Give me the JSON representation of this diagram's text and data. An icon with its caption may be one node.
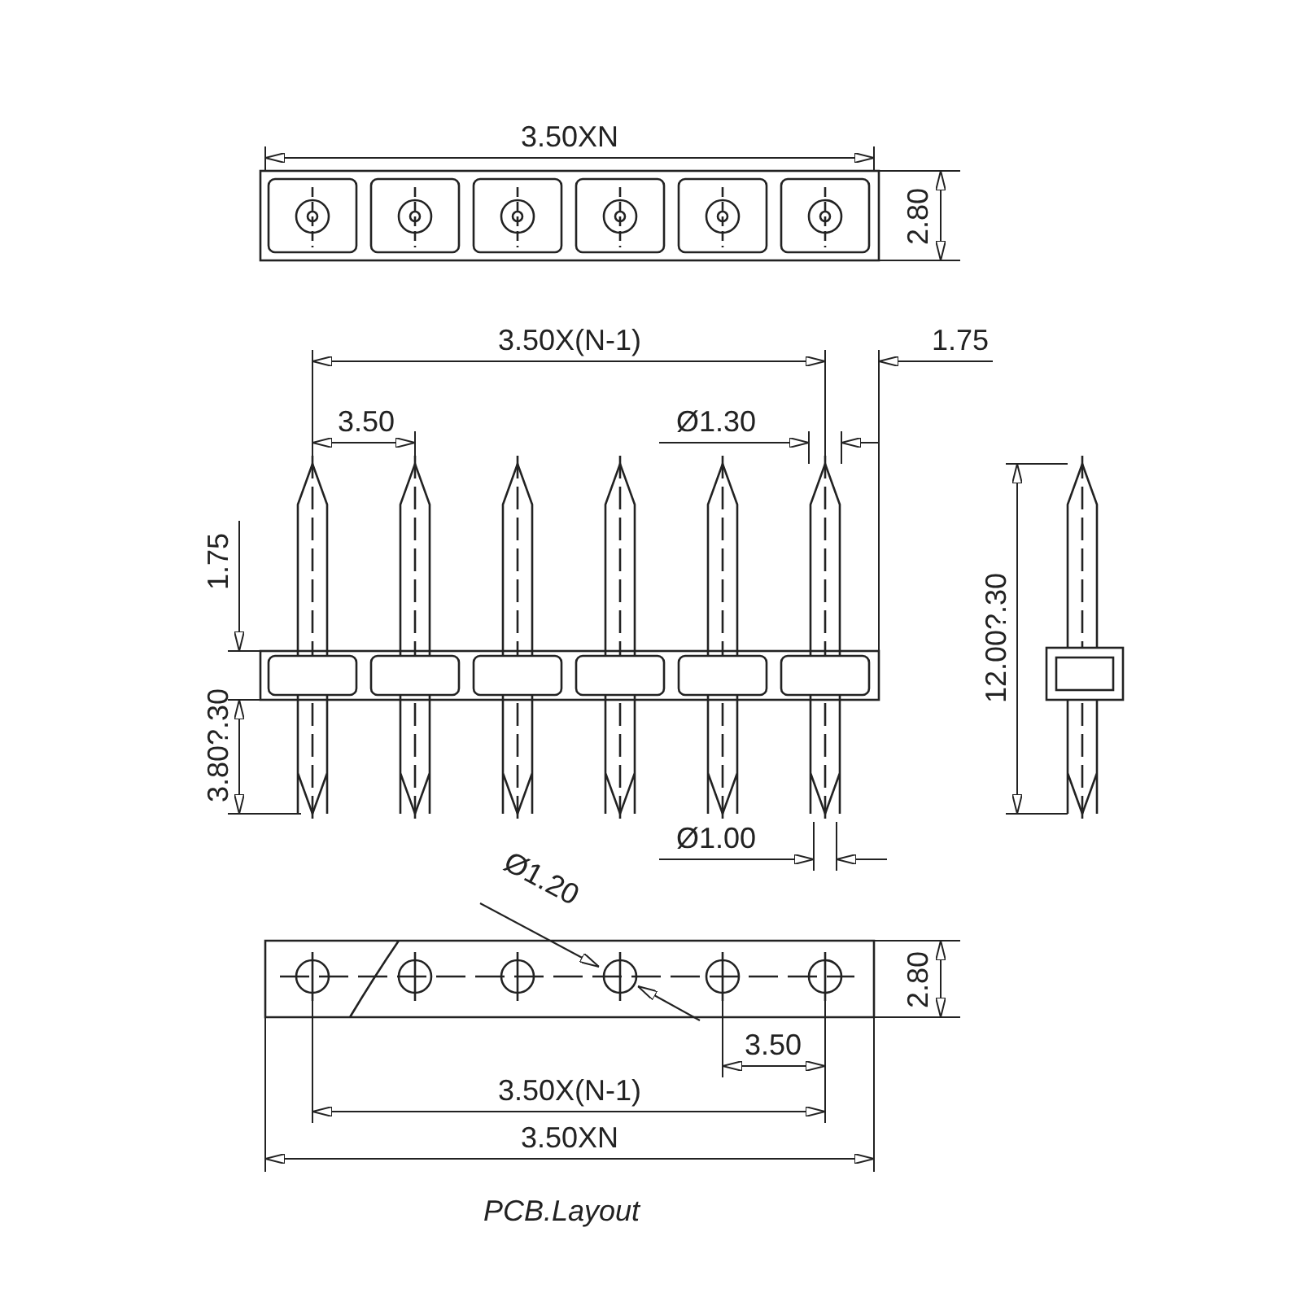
{
  "diagram": {
    "caption": "PCB.Layout",
    "labels": [
      "3.50XN",
      "2.80",
      "3.50X(N-1)",
      "1.75",
      "3.50",
      "Ø1.30",
      "1.75",
      "3.80?.30",
      "Ø1.00",
      "12.00?.30",
      "Ø1.20",
      "2.80",
      "3.50",
      "3.50X(N-1)",
      "3.50XN"
    ]
  }
}
